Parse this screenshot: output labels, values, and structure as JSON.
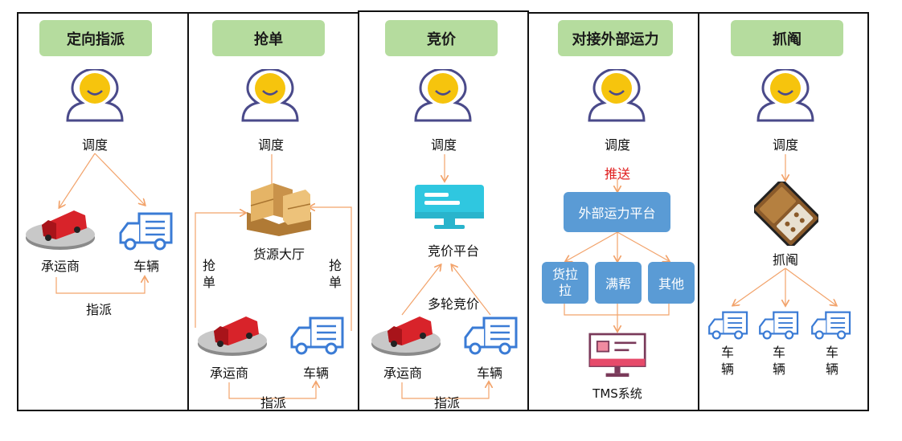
{
  "panels": [
    {
      "title": "定向指派",
      "dispatcher": "调度",
      "carrier": "承运商",
      "vehicle": "车辆",
      "assign": "指派"
    },
    {
      "title": "抢单",
      "dispatcher": "调度",
      "hall": "货源大厅",
      "grab": "抢单",
      "carrier": "承运商",
      "vehicle": "车辆",
      "assign": "指派"
    },
    {
      "title": "竞价",
      "dispatcher": "调度",
      "platform": "竞价平台",
      "rounds": "多轮竞价",
      "carrier": "承运商",
      "vehicle": "车辆",
      "assign": "指派"
    },
    {
      "title": "对接外部运力",
      "dispatcher": "调度",
      "push": "推送",
      "ext_platform": "外部运力平台",
      "options": [
        "货拉拉",
        "满帮",
        "其他"
      ],
      "tms": "TMS系统"
    },
    {
      "title": "抓阄",
      "dispatcher": "调度",
      "lottery": "抓阄",
      "vehicles": [
        "车辆",
        "车辆",
        "车辆"
      ]
    }
  ],
  "colors": {
    "tag": "#b5dc9e",
    "arrow": "#f2a36b",
    "box": "#5a9bd5",
    "push": "#e02020"
  }
}
